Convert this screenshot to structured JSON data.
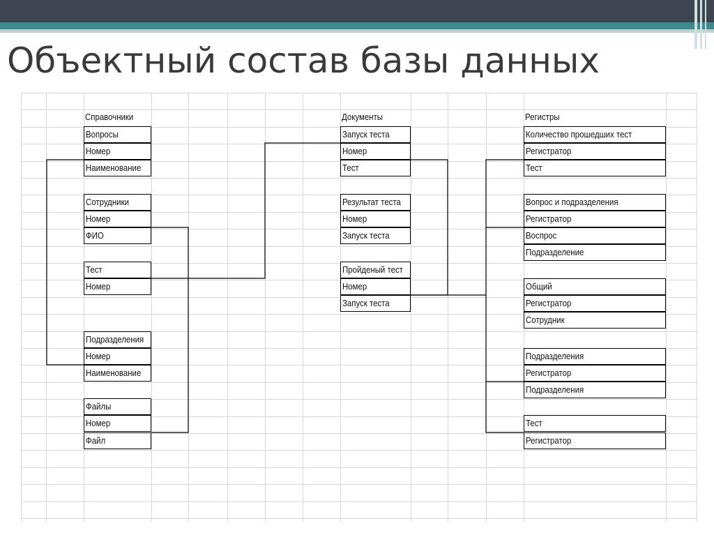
{
  "title": "Объектный состав базы данных",
  "groups": {
    "refs": {
      "header": "Справочники",
      "fields": [
        "Вопросы",
        "Номер",
        "Наименование",
        "Сотрудники",
        "Номер",
        "ФИО",
        "Тест",
        "Номер",
        "Подразделения",
        "Номер",
        "Наименование",
        "Файлы",
        "Номер",
        "Файл"
      ]
    },
    "docs": {
      "header": "Документы",
      "fields": [
        "Запуск теста",
        "Номер",
        "Тест",
        "Результат теста",
        "Номер",
        "Запуск теста",
        "Пройденый тест",
        "Номер",
        "Запуск теста"
      ]
    },
    "regs": {
      "header": "Регистры",
      "fields": [
        "Количество прошедших тест",
        "Регистратор",
        "Тест",
        "Вопрос и подразделения",
        "Регистратор",
        "Воспрос",
        "Подразделение",
        "Общий",
        "Регистратор",
        "Сотрудник",
        "Подразделения",
        "Регистратор",
        "Подразделения",
        "Тест",
        "Регистратор"
      ]
    }
  }
}
